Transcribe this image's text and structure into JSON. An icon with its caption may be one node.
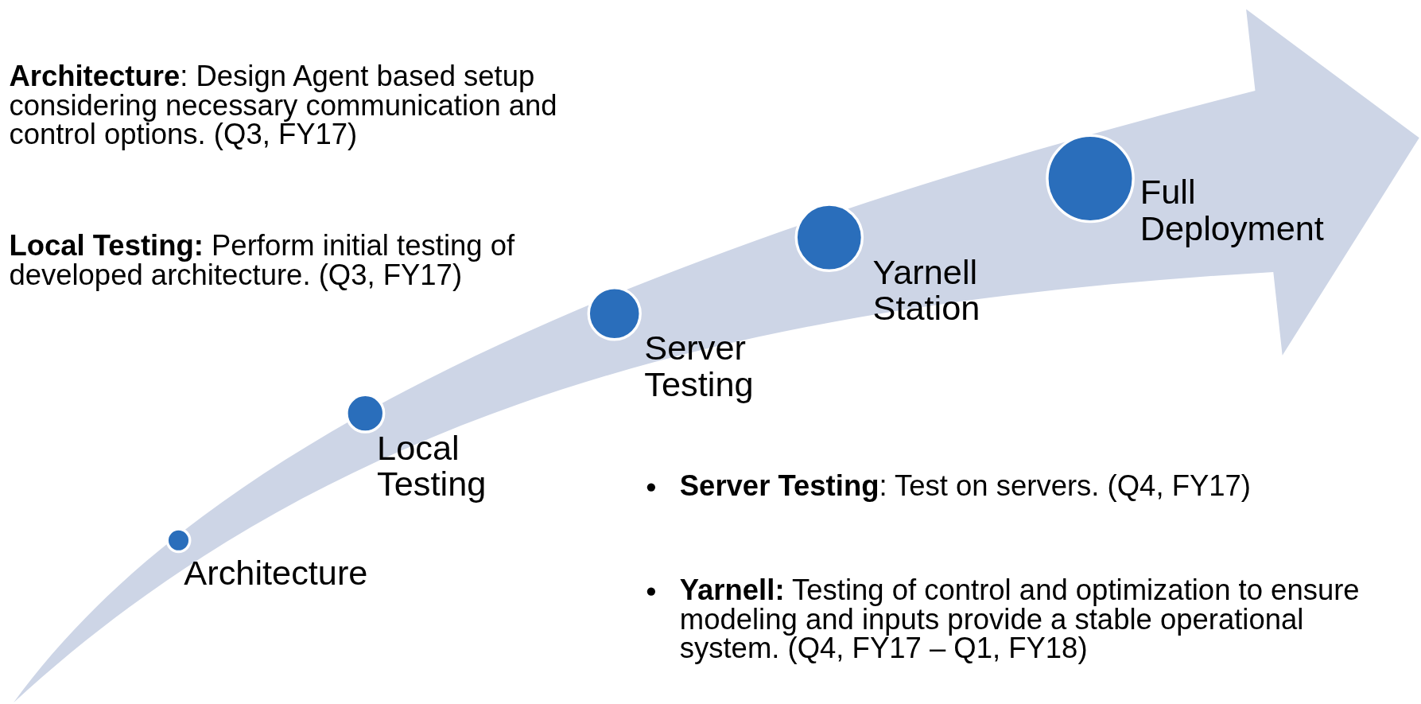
{
  "diagram": {
    "nodes": [
      {
        "text": [
          "Architecture"
        ]
      },
      {
        "text": [
          "Local Testing"
        ]
      },
      {
        "text": [
          "Server Testing"
        ]
      },
      {
        "text": [
          "Yarnell Station"
        ]
      },
      {
        "text": [
          "Full Deployment"
        ]
      }
    ],
    "labels": [
      "**Architecture**: Design Agent based setup considering necessary communication and control options. (Q3, FY17)",
      "**Local Testing:** Perform initial testing of developed architecture. (Q3, FY17)",
      "**Server Testing**: Test on servers. (Q4, FY17)",
      "**Yarnell:** Testing of control and optimization to ensure modeling and inputs provide a stable operational system. (Q4, FY17 – Q1, FY18)"
    ]
  }
}
